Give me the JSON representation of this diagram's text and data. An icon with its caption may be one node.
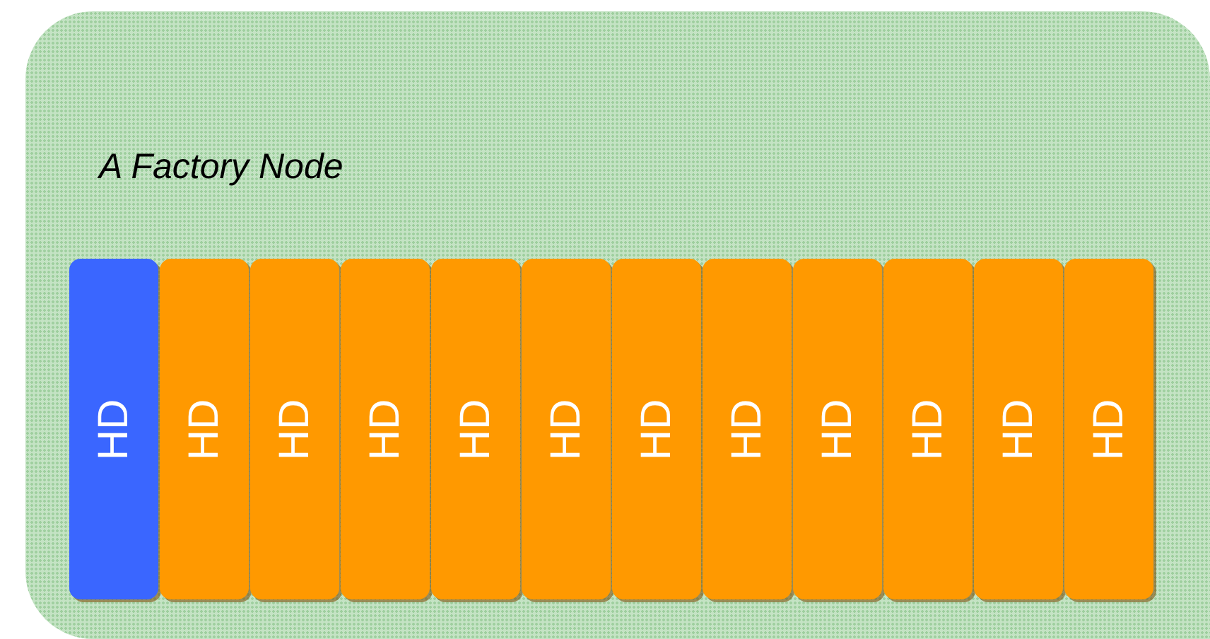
{
  "diagram": {
    "nodes": [
      {
        "text": [
          "A Factory Node"
        ]
      },
      {
        "text": [
          "HD"
        ],
        "in": 0
      },
      {
        "text": [
          "HD"
        ],
        "in": 0
      },
      {
        "text": [
          "HD"
        ],
        "in": 0
      },
      {
        "text": [
          "HD"
        ],
        "in": 0
      },
      {
        "text": [
          "HD"
        ],
        "in": 0
      },
      {
        "text": [
          "HD"
        ],
        "in": 0
      },
      {
        "text": [
          "HD"
        ],
        "in": 0
      },
      {
        "text": [
          "HD"
        ],
        "in": 0
      },
      {
        "text": [
          "HD"
        ],
        "in": 0
      },
      {
        "text": [
          "HD"
        ],
        "in": 0
      },
      {
        "text": [
          "HD"
        ],
        "in": 0
      },
      {
        "text": [
          "HD"
        ],
        "in": 0
      }
    ]
  }
}
